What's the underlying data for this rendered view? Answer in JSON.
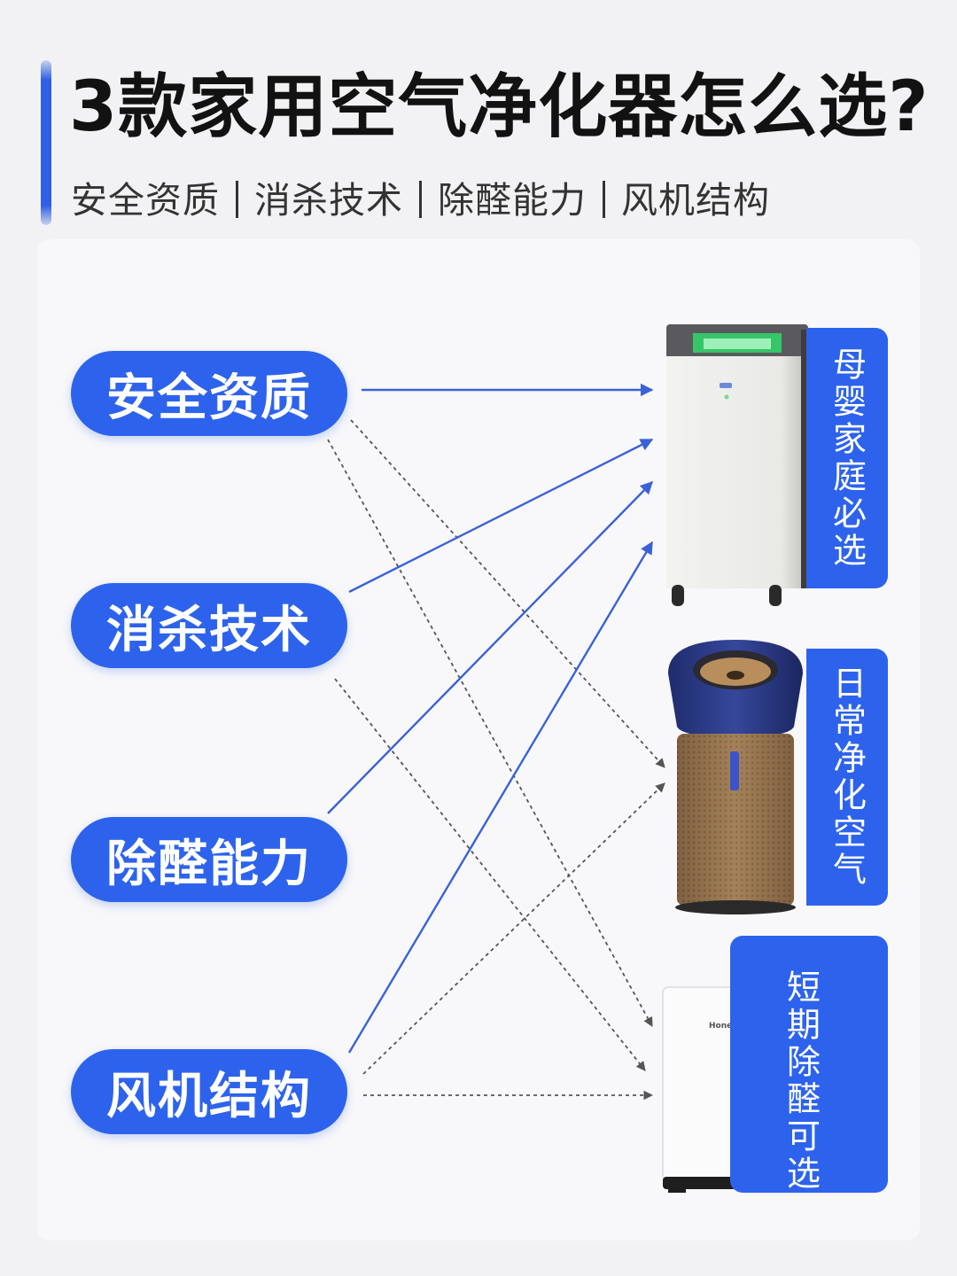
{
  "title": "3款家用空气净化器怎么选?",
  "subtitle": [
    "安全资质",
    "消杀技术",
    "除醛能力",
    "风机结构"
  ],
  "features": [
    "安全资质",
    "消杀技术",
    "除醛能力",
    "风机结构"
  ],
  "products": [
    {
      "tag": "母婴家庭必选",
      "brand_mark": ""
    },
    {
      "tag": "日常净化空气",
      "brand_mark": ""
    },
    {
      "tag": "短期除醛可选",
      "brand_mark": "Honeywell"
    }
  ],
  "connections": [
    {
      "from": 0,
      "to": 0,
      "style": "solid"
    },
    {
      "from": 0,
      "to": 1,
      "style": "dotted"
    },
    {
      "from": 0,
      "to": 2,
      "style": "dotted"
    },
    {
      "from": 1,
      "to": 0,
      "style": "solid"
    },
    {
      "from": 1,
      "to": 2,
      "style": "dotted"
    },
    {
      "from": 2,
      "to": 0,
      "style": "solid"
    },
    {
      "from": 3,
      "to": 0,
      "style": "solid"
    },
    {
      "from": 3,
      "to": 1,
      "style": "dotted"
    },
    {
      "from": 3,
      "to": 2,
      "style": "dotted"
    }
  ],
  "colors": {
    "accent": "#2d63ec",
    "solid_line": "#3a62d6",
    "dotted_line": "#555555"
  }
}
